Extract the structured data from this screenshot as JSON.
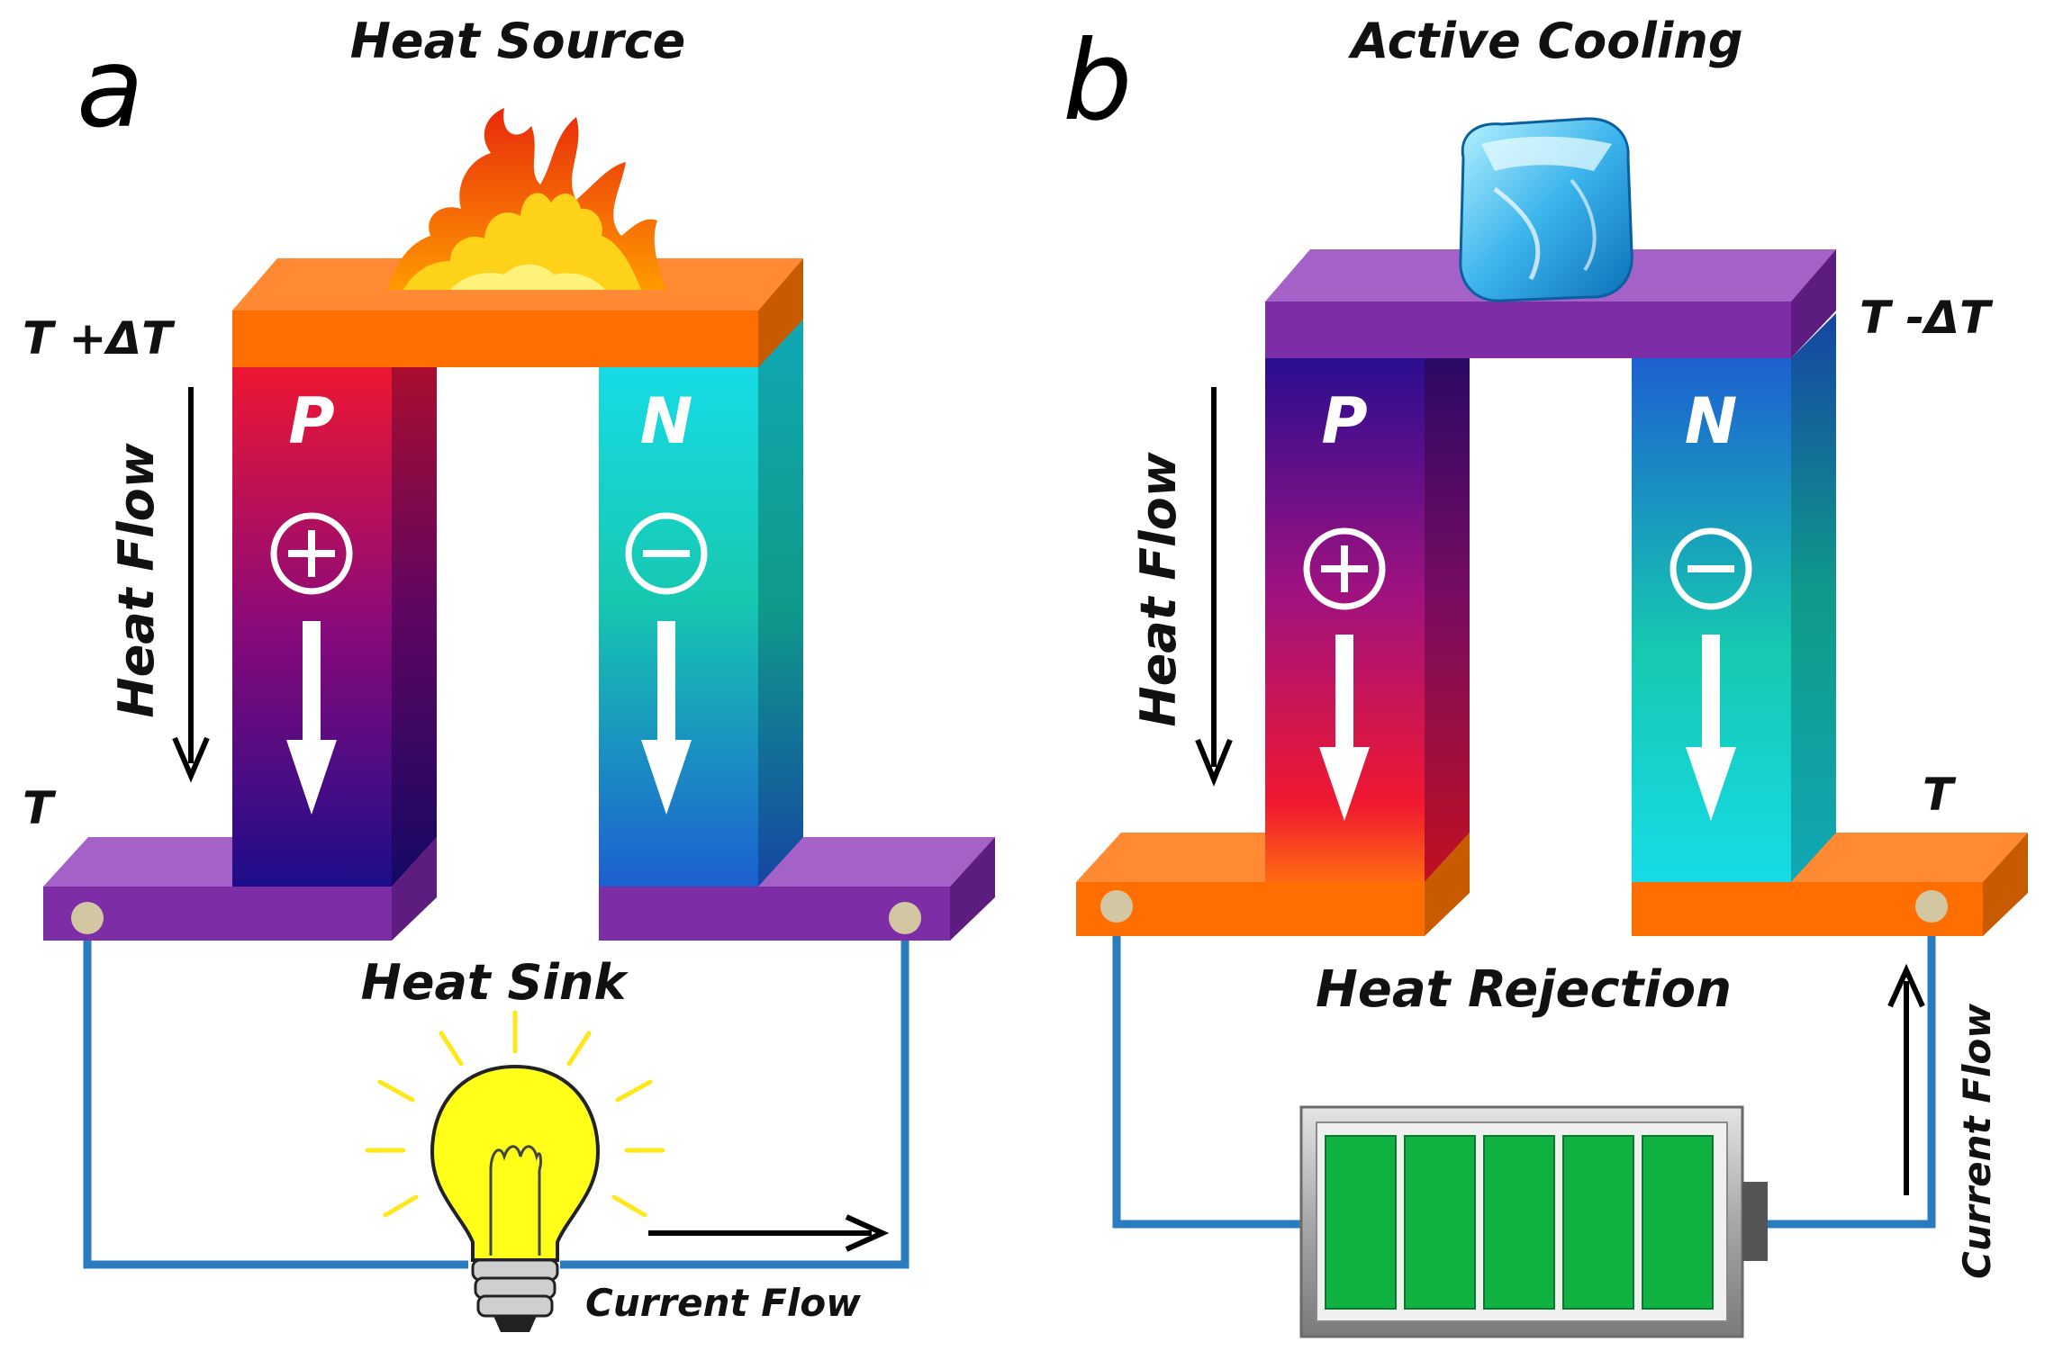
{
  "colors": {
    "hot_orange": "#ff6e00",
    "cold_purple": "#7d2da6",
    "wire_blue": "#2b7bbf",
    "p_hot": "#ee1731",
    "p_cold": "#1d0d8a",
    "n_cyan": "#16d6e2",
    "n_blue": "#1d69d3",
    "battery_green": "#10b241",
    "bulb_yellow": "#ffff1a"
  },
  "panel_a": {
    "letter": "a",
    "top_label": "Heat Source",
    "hot_temp": "T +ΔT",
    "cold_temp": "T",
    "heat_flow": "Heat Flow",
    "p_leg": "P",
    "n_leg": "N",
    "p_sign": "+",
    "n_sign": "−",
    "bottom_label": "Heat Sink",
    "current_flow": "Current Flow",
    "top_icon": "flame-icon",
    "load_icon": "light-bulb-icon"
  },
  "panel_b": {
    "letter": "b",
    "top_label": "Active Cooling",
    "cold_temp": "T -ΔT",
    "ambient_temp": "T",
    "heat_flow": "Heat Flow",
    "p_leg": "P",
    "n_leg": "N",
    "p_sign": "+",
    "n_sign": "−",
    "bottom_label": "Heat Rejection",
    "current_flow": "Current Flow",
    "top_icon": "ice-cube-icon",
    "source_icon": "battery-icon",
    "battery_cells": 5
  }
}
